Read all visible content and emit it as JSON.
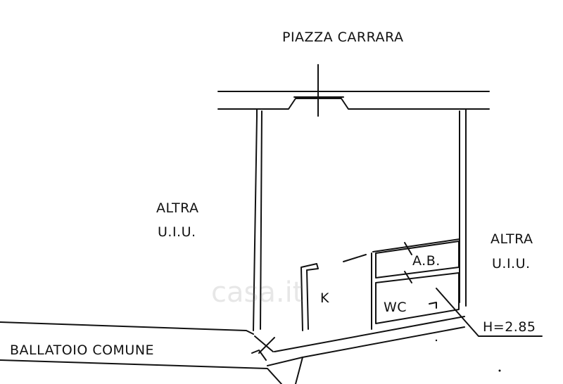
{
  "labels": {
    "street": "PIAZZA CARRARA",
    "left_unit_line1": "ALTRA",
    "left_unit_line2": "U.I.U.",
    "right_unit_line1": "ALTRA",
    "right_unit_line2": "U.I.U.",
    "kitchen": "K",
    "storage": "A.B.",
    "bathroom": "WC",
    "height": "H=2.85",
    "corridor": "BALLATOIO COMUNE"
  },
  "watermark": "casa.it",
  "colors": {
    "line": "#111111",
    "background": "#ffffff"
  }
}
